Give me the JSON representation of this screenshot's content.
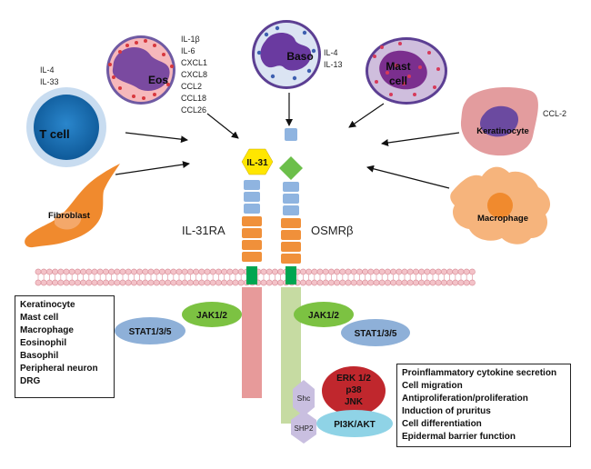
{
  "cells": {
    "t_cell": {
      "name": "T cell",
      "cytokines": [
        "IL-4",
        "IL-33"
      ]
    },
    "eos": {
      "name": "Eos",
      "cytokines": [
        "IL-1β",
        "IL-6",
        "CXCL1",
        "CXCL8",
        "CCL2",
        "CCL18",
        "CCL26"
      ]
    },
    "baso": {
      "name": "Baso",
      "cytokines": [
        "IL-4",
        "IL-13"
      ]
    },
    "mast": {
      "name_line1": "Mast",
      "name_line2": "cell"
    },
    "keratinocyte": {
      "name": "Keratinocyte",
      "cytokines": [
        "CCL-2"
      ]
    },
    "fibroblast": {
      "name": "Fibroblast"
    },
    "macrophage": {
      "name": "Macrophage"
    }
  },
  "ligand": "IL-31",
  "receptors": {
    "left": "IL-31RA",
    "right": "OSMRβ"
  },
  "signaling": {
    "jak_left": "JAK1/2",
    "jak_right": "JAK1/2",
    "stat_left": "STAT1/3/5",
    "stat_right": "STAT1/3/5",
    "shc": "Shc",
    "shp2": "SHP2",
    "erk_line1": "ERK 1/2",
    "erk_line2": "p38",
    "erk_line3": "JNK",
    "pi3k": "PI3K/AKT"
  },
  "expression_list": [
    "Keratinocyte",
    "Mast cell",
    "Macrophage",
    "Eosinophil",
    "Basophil",
    "Peripheral neuron",
    "DRG"
  ],
  "effects_list": [
    "Proinflammatory cytokine secretion",
    "Cell migration",
    "Antiproliferation/proliferation",
    "Induction of pruritus",
    "Cell differentiation",
    "Epidermal barrier function"
  ],
  "colors": {
    "t_cell": "#1b75bc",
    "eos_cytoplasm": "#f4a6a9",
    "baso_cytoplasm": "#d4def0",
    "mast_cytoplasm": "#c7b5d3",
    "keratinocyte": "#e1999b",
    "fibroblast": "#f08a2e",
    "macrophage": "#f5b27a",
    "receptor_blue": "#8fb4e0",
    "receptor_orange": "#f0903a",
    "transmembrane": "#00a651",
    "il31": "#ffe600",
    "osmr_head": "#6cbf4a",
    "il31ra_tail": "#e79a9a",
    "osmr_tail": "#c6dba2",
    "jak": "#7cc242",
    "stat": "#8eb0d8",
    "erk": "#c0272d",
    "pi3k": "#8fd3e6",
    "shc": "#c9bfe0"
  }
}
